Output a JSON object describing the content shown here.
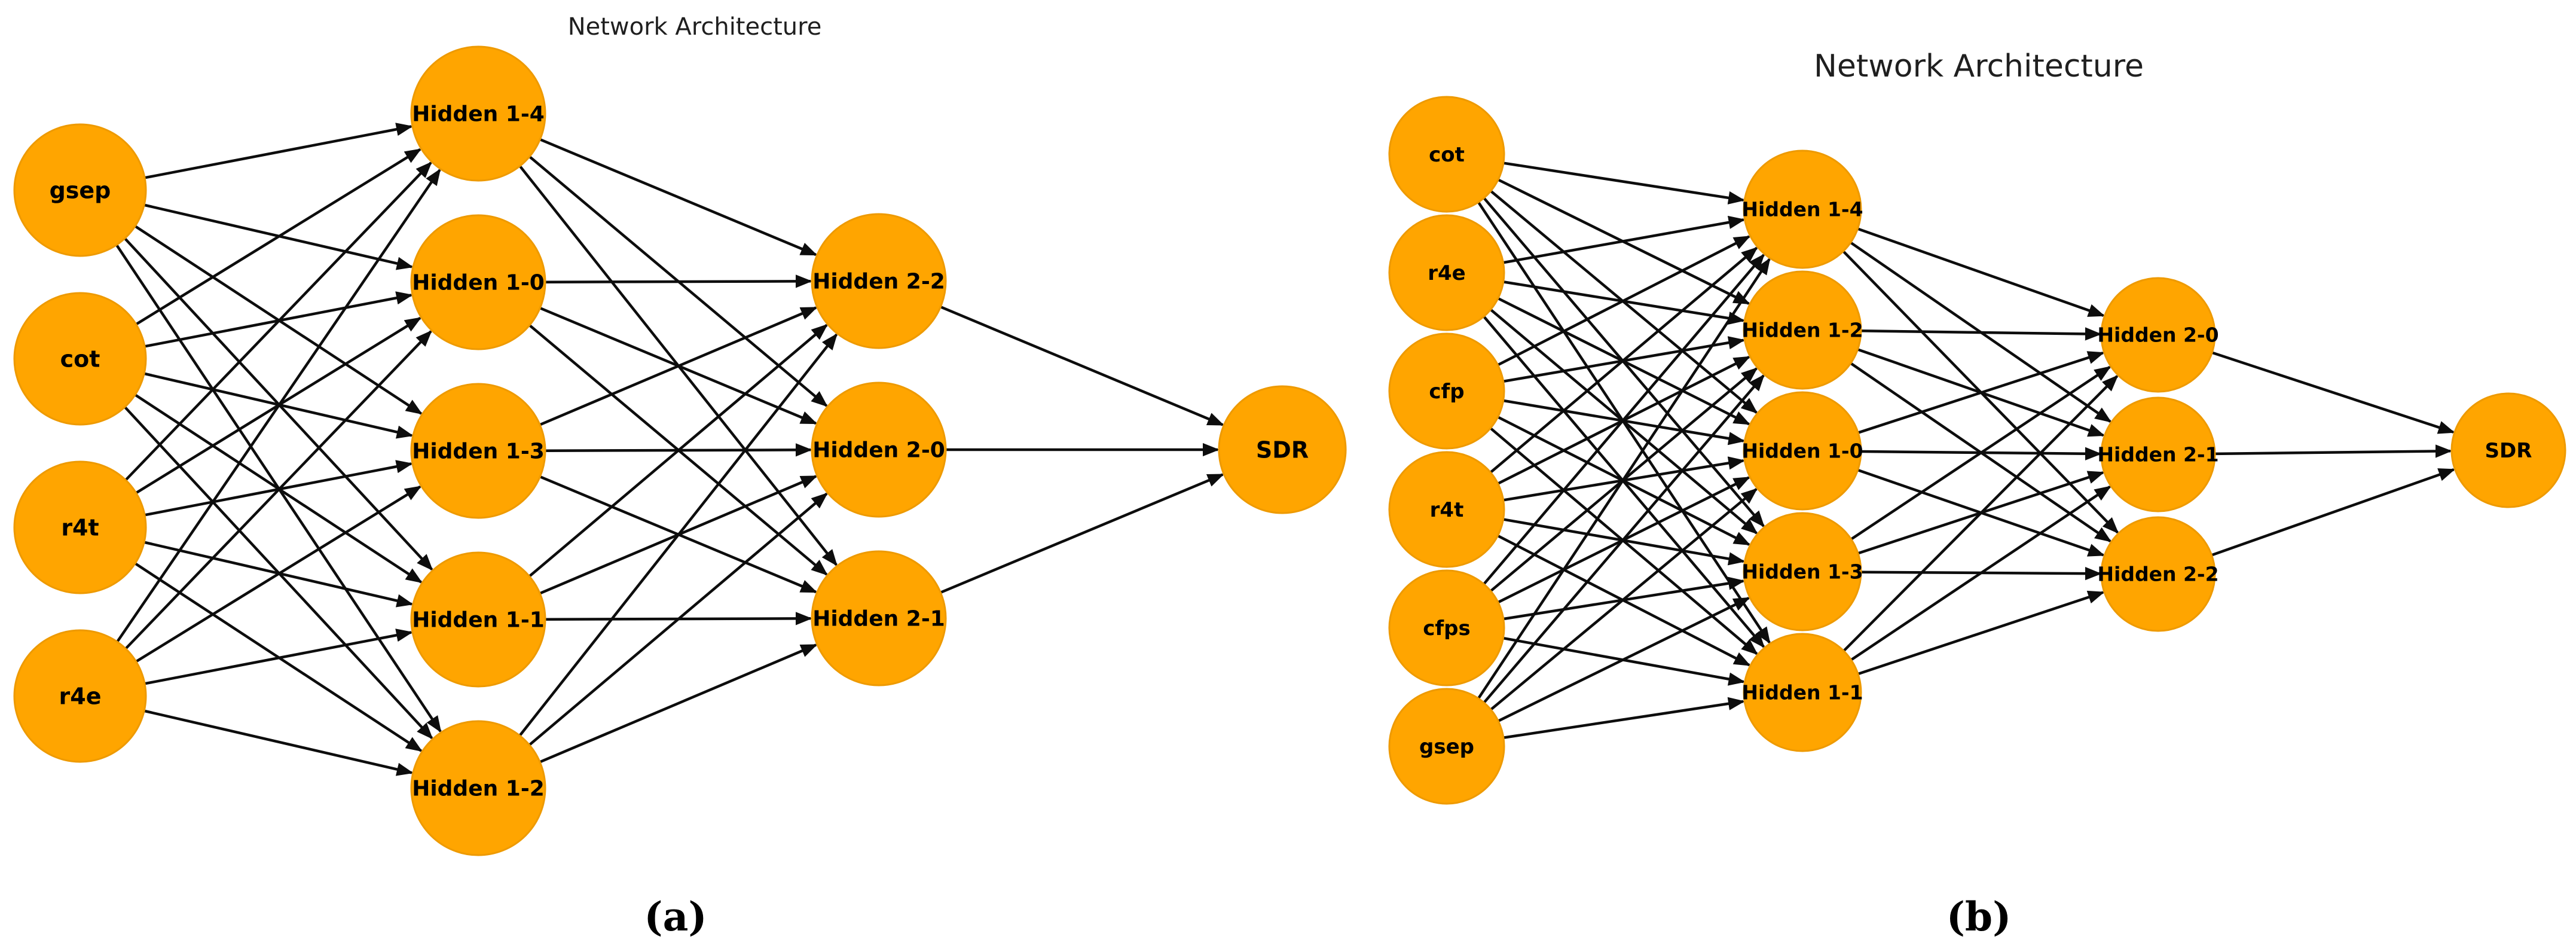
{
  "page": {
    "background": "#ffffff"
  },
  "colors": {
    "node_fill": "#FFA500",
    "node_stroke": "#EE9A00",
    "edge": "#0d0d0d",
    "node_label": "#000000",
    "title": "#1f1f1f",
    "caption": "#000000"
  },
  "figures": [
    {
      "id": "a",
      "title": "Network Architecture",
      "caption": "(a)",
      "layers": [
        {
          "name": "input",
          "nodes": [
            "gsep",
            "cot",
            "r4t",
            "r4e"
          ]
        },
        {
          "name": "hidden-1",
          "nodes": [
            "Hidden 1-4",
            "Hidden 1-0",
            "Hidden 1-3",
            "Hidden 1-1",
            "Hidden 1-2"
          ]
        },
        {
          "name": "hidden-2",
          "nodes": [
            "Hidden 2-2",
            "Hidden 2-0",
            "Hidden 2-1"
          ]
        },
        {
          "name": "output",
          "nodes": [
            "SDR"
          ]
        }
      ]
    },
    {
      "id": "b",
      "title": "Network Architecture",
      "caption": "(b)",
      "layers": [
        {
          "name": "input",
          "nodes": [
            "cot",
            "r4e",
            "cfp",
            "r4t",
            "cfps",
            "gsep"
          ]
        },
        {
          "name": "hidden-1",
          "nodes": [
            "Hidden 1-4",
            "Hidden 1-2",
            "Hidden 1-0",
            "Hidden 1-3",
            "Hidden 1-1"
          ]
        },
        {
          "name": "hidden-2",
          "nodes": [
            "Hidden 2-0",
            "Hidden 2-1",
            "Hidden 2-2"
          ]
        },
        {
          "name": "output",
          "nodes": [
            "SDR"
          ]
        }
      ]
    }
  ]
}
